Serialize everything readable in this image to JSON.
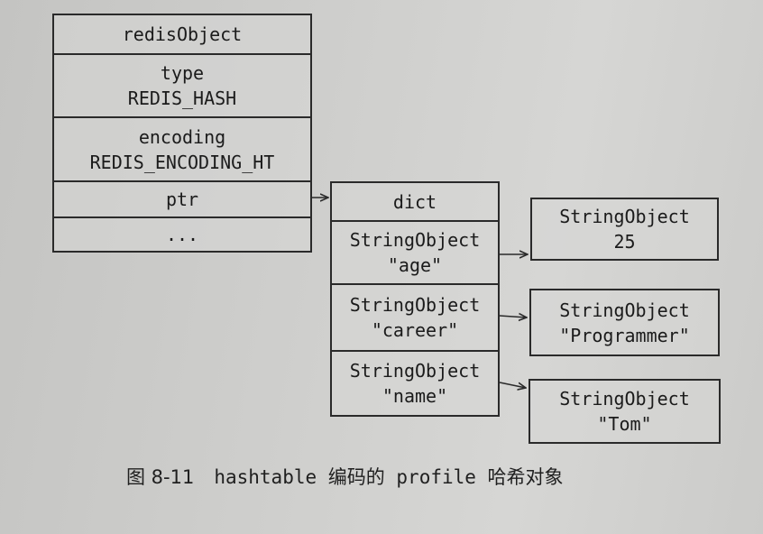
{
  "redis_object": {
    "header": "redisObject",
    "type_label": "type",
    "type_value": "REDIS_HASH",
    "encoding_label": "encoding",
    "encoding_value": "REDIS_ENCODING_HT",
    "ptr_label": "ptr",
    "more": "..."
  },
  "dict": {
    "header": "dict",
    "entries": [
      {
        "type": "StringObject",
        "key": "\"age\""
      },
      {
        "type": "StringObject",
        "key": "\"career\""
      },
      {
        "type": "StringObject",
        "key": "\"name\""
      }
    ]
  },
  "values": [
    {
      "type": "StringObject",
      "value": "25"
    },
    {
      "type": "StringObject",
      "value": "\"Programmer\""
    },
    {
      "type": "StringObject",
      "value": "\"Tom\""
    }
  ],
  "caption": {
    "figure_number": "图 8-11",
    "title": "hashtable 编码的 profile 哈希对象"
  },
  "colors": {
    "line": "#2a2a2a",
    "paper": "#cfcfcd"
  }
}
